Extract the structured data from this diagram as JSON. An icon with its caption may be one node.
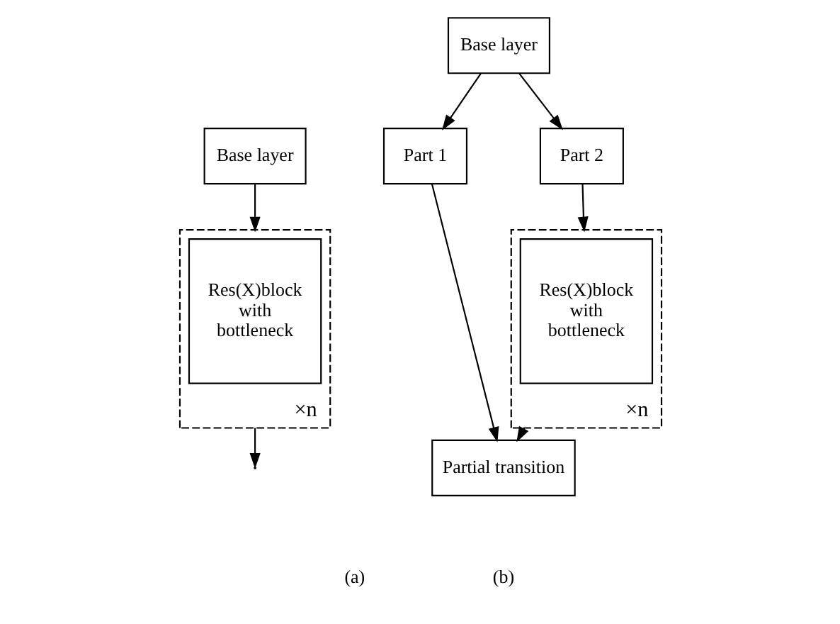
{
  "diagram": {
    "nodes": [
      {
        "text": [
          "Base layer"
        ]
      },
      {
        "text": [],
        "shape": "box",
        "beside": [
          "×n"
        ]
      },
      {
        "text": [
          "Res(X)block with bottleneck"
        ],
        "in": 1
      },
      {
        "text": [
          "Base layer"
        ]
      },
      {
        "text": [
          "Part 1"
        ]
      },
      {
        "text": [
          "Part 2"
        ]
      },
      {
        "text": [],
        "shape": "box",
        "beside": [
          "×n"
        ]
      },
      {
        "text": [
          "Res(X)block with bottleneck"
        ],
        "in": 6
      },
      {
        "text": [
          "Partial transition"
        ]
      }
    ],
    "edges": [
      {
        "from": 0,
        "to": 1,
        "arrow": "to"
      },
      {
        "from": 1,
        "to": null,
        "arrow": "to"
      },
      {
        "from": 3,
        "to": 4,
        "arrow": "to"
      },
      {
        "from": 3,
        "to": 5,
        "arrow": "to"
      },
      {
        "from": 5,
        "to": 6,
        "arrow": "to"
      },
      {
        "from": 4,
        "to": 8,
        "arrow": "to"
      },
      {
        "from": 6,
        "to": 8,
        "arrow": "to"
      }
    ],
    "labels": [
      "(a)",
      "(b)"
    ]
  }
}
